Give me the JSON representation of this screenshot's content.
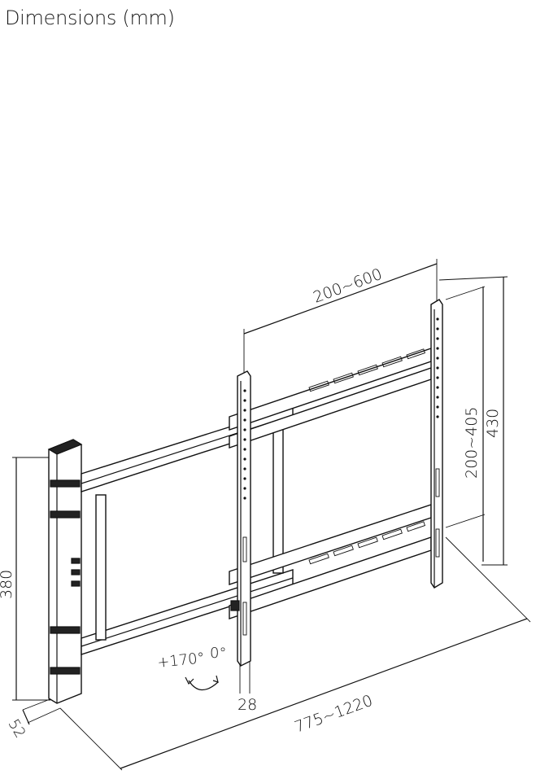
{
  "title": "Dimensions (mm)",
  "dimensions": {
    "vesa_horizontal": "200~600",
    "vesa_vertical": "200~405",
    "height_total": "430",
    "wall_plate_height": "380",
    "depth": "52",
    "extension": "775~1220",
    "rail_thickness": "28"
  },
  "rotation": {
    "swivel": "+170°",
    "zero": "0°"
  }
}
